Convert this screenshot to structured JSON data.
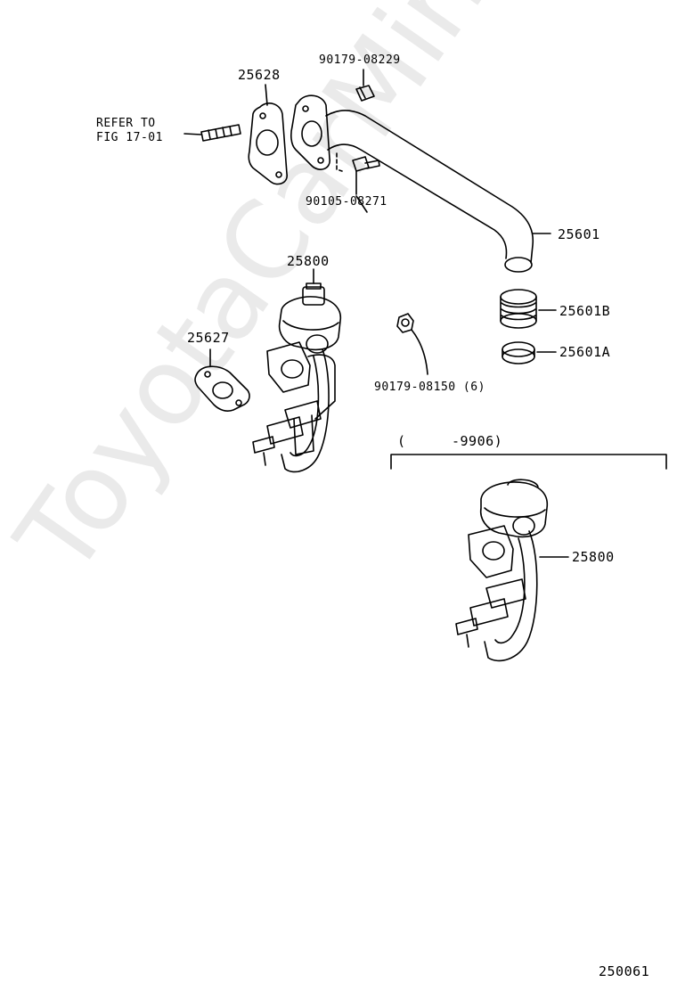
{
  "watermark": "ToyotaCarMine.ru",
  "labels": {
    "part_25628": "25628",
    "part_90179_08229": "90179-08229",
    "refer_line1": "REFER TO",
    "refer_line2": "FIG 17-01",
    "part_90105_08271": "90105-08271",
    "part_25601": "25601",
    "part_25800_top": "25800",
    "part_25601B": "25601B",
    "part_25627": "25627",
    "part_25601A": "25601A",
    "part_90179_08150": "90179-08150 (6)",
    "range_open": "(",
    "range_value": "-9906)",
    "part_25800_bottom": "25800",
    "figure_number": "250061"
  }
}
